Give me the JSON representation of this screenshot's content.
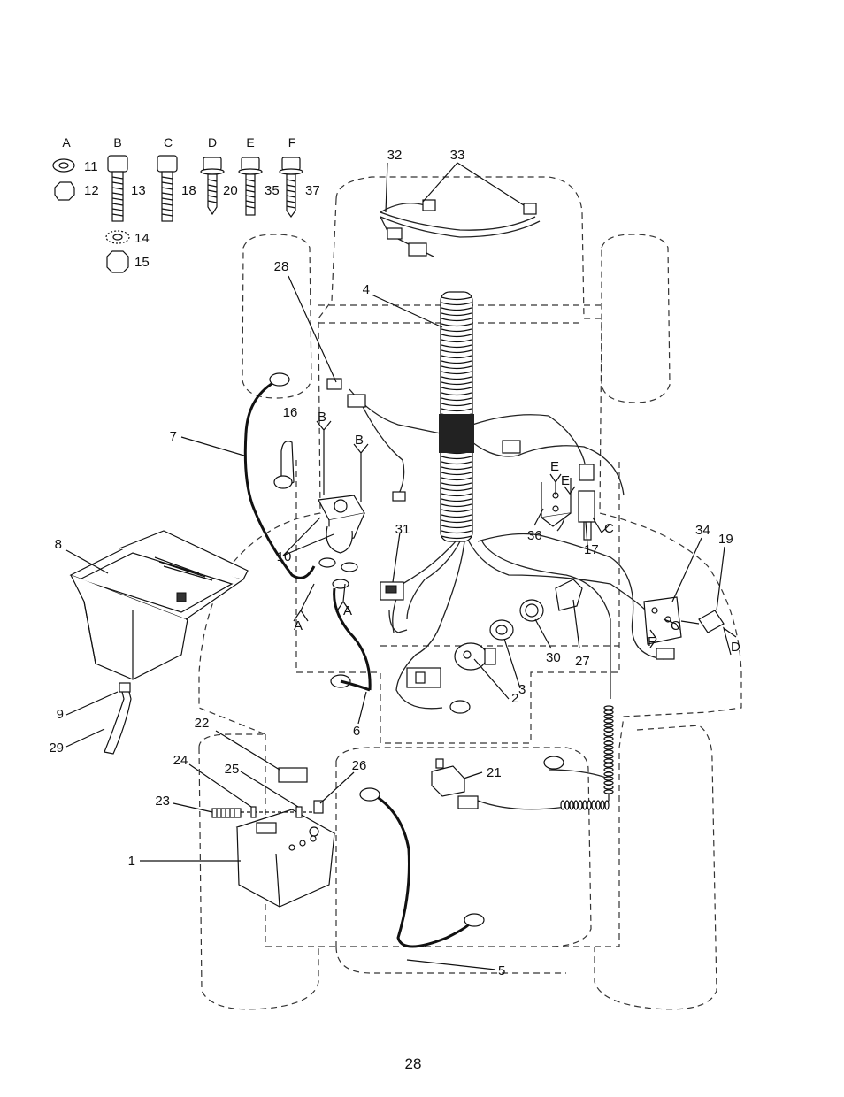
{
  "fastener_headers": [
    "A",
    "B",
    "C",
    "D",
    "E",
    "F"
  ],
  "fastener_numbers": [
    "11",
    "12",
    "13",
    "18",
    "20",
    "35",
    "37",
    "14",
    "15"
  ],
  "callouts": {
    "c1": "1",
    "c2": "2",
    "c3": "3",
    "c4": "4",
    "c5": "5",
    "c6": "6",
    "c7": "7",
    "c8": "8",
    "c9": "9",
    "c10": "10",
    "c16": "16",
    "c17": "17",
    "c19": "19",
    "c21": "21",
    "c22": "22",
    "c23": "23",
    "c24": "24",
    "c25": "25",
    "c26": "26",
    "c27": "27",
    "c28": "28",
    "c29": "29",
    "c30": "30",
    "c31": "31",
    "c32": "32",
    "c33": "33",
    "c34": "34",
    "c36": "36"
  },
  "ref_letters": {
    "b1": "B",
    "b2": "B",
    "a1": "A",
    "a2": "A",
    "e1": "E",
    "e2": "E",
    "c1": "C",
    "c2": "C",
    "f1": "F",
    "d1": "D"
  },
  "page_number": "28"
}
